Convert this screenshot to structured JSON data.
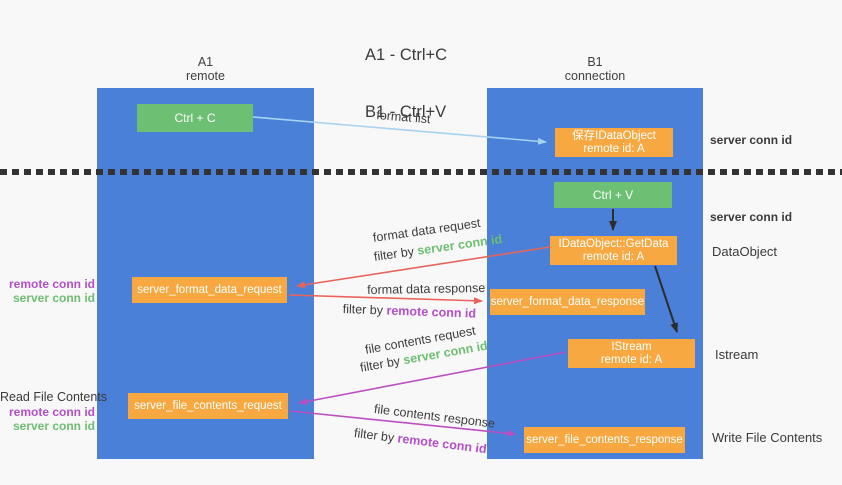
{
  "colors": {
    "background": "#f8f8f8",
    "column_blue": "#4a80d8",
    "box_orange": "#f7a841",
    "box_green": "#6dbf73",
    "green_text": "#6dbf6f",
    "purple_text": "#b44fc8",
    "arrow_lightblue": "#a6d3f0",
    "arrow_red": "#e8645a",
    "arrow_magenta": "#bb4fc0",
    "arrow_black": "#2d2d2d"
  },
  "title": {
    "line1": "A1 - Ctrl+C",
    "line2": "B1 - Ctrl+V"
  },
  "columns": {
    "a1": {
      "name": "A1",
      "subtitle": "remote"
    },
    "b1": {
      "name": "B1",
      "subtitle": "connection"
    }
  },
  "nodes": {
    "ctrl_c": {
      "label": "Ctrl + C"
    },
    "ctrl_v": {
      "label": "Ctrl + V"
    },
    "save_dataobject": {
      "line1": "保存IDataObject",
      "line2": "remote id: A"
    },
    "getdata": {
      "line1": "IDataObject::GetData",
      "line2": "remote id: A"
    },
    "istream": {
      "line1": "IStream",
      "line2": "remote id: A"
    },
    "format_request": {
      "label": "server_format_data_request"
    },
    "format_response": {
      "label": "server_format_data_response"
    },
    "file_request": {
      "label": "server_file_contents_request"
    },
    "file_response": {
      "label": "server_file_contents_response"
    }
  },
  "labels": {
    "format_list": "format list",
    "format_data_request": "format data request",
    "format_data_response": "format data response",
    "file_contents_request": "file contents request",
    "file_contents_response": "file contents response",
    "filter_by": "filter by",
    "server_conn_id": "server conn id",
    "remote_conn_id": "remote conn id",
    "dataobject": "DataObject",
    "istream_side": "Istream",
    "read_file_contents": "Read File Contents",
    "write_file_contents": "Write File Contents"
  }
}
